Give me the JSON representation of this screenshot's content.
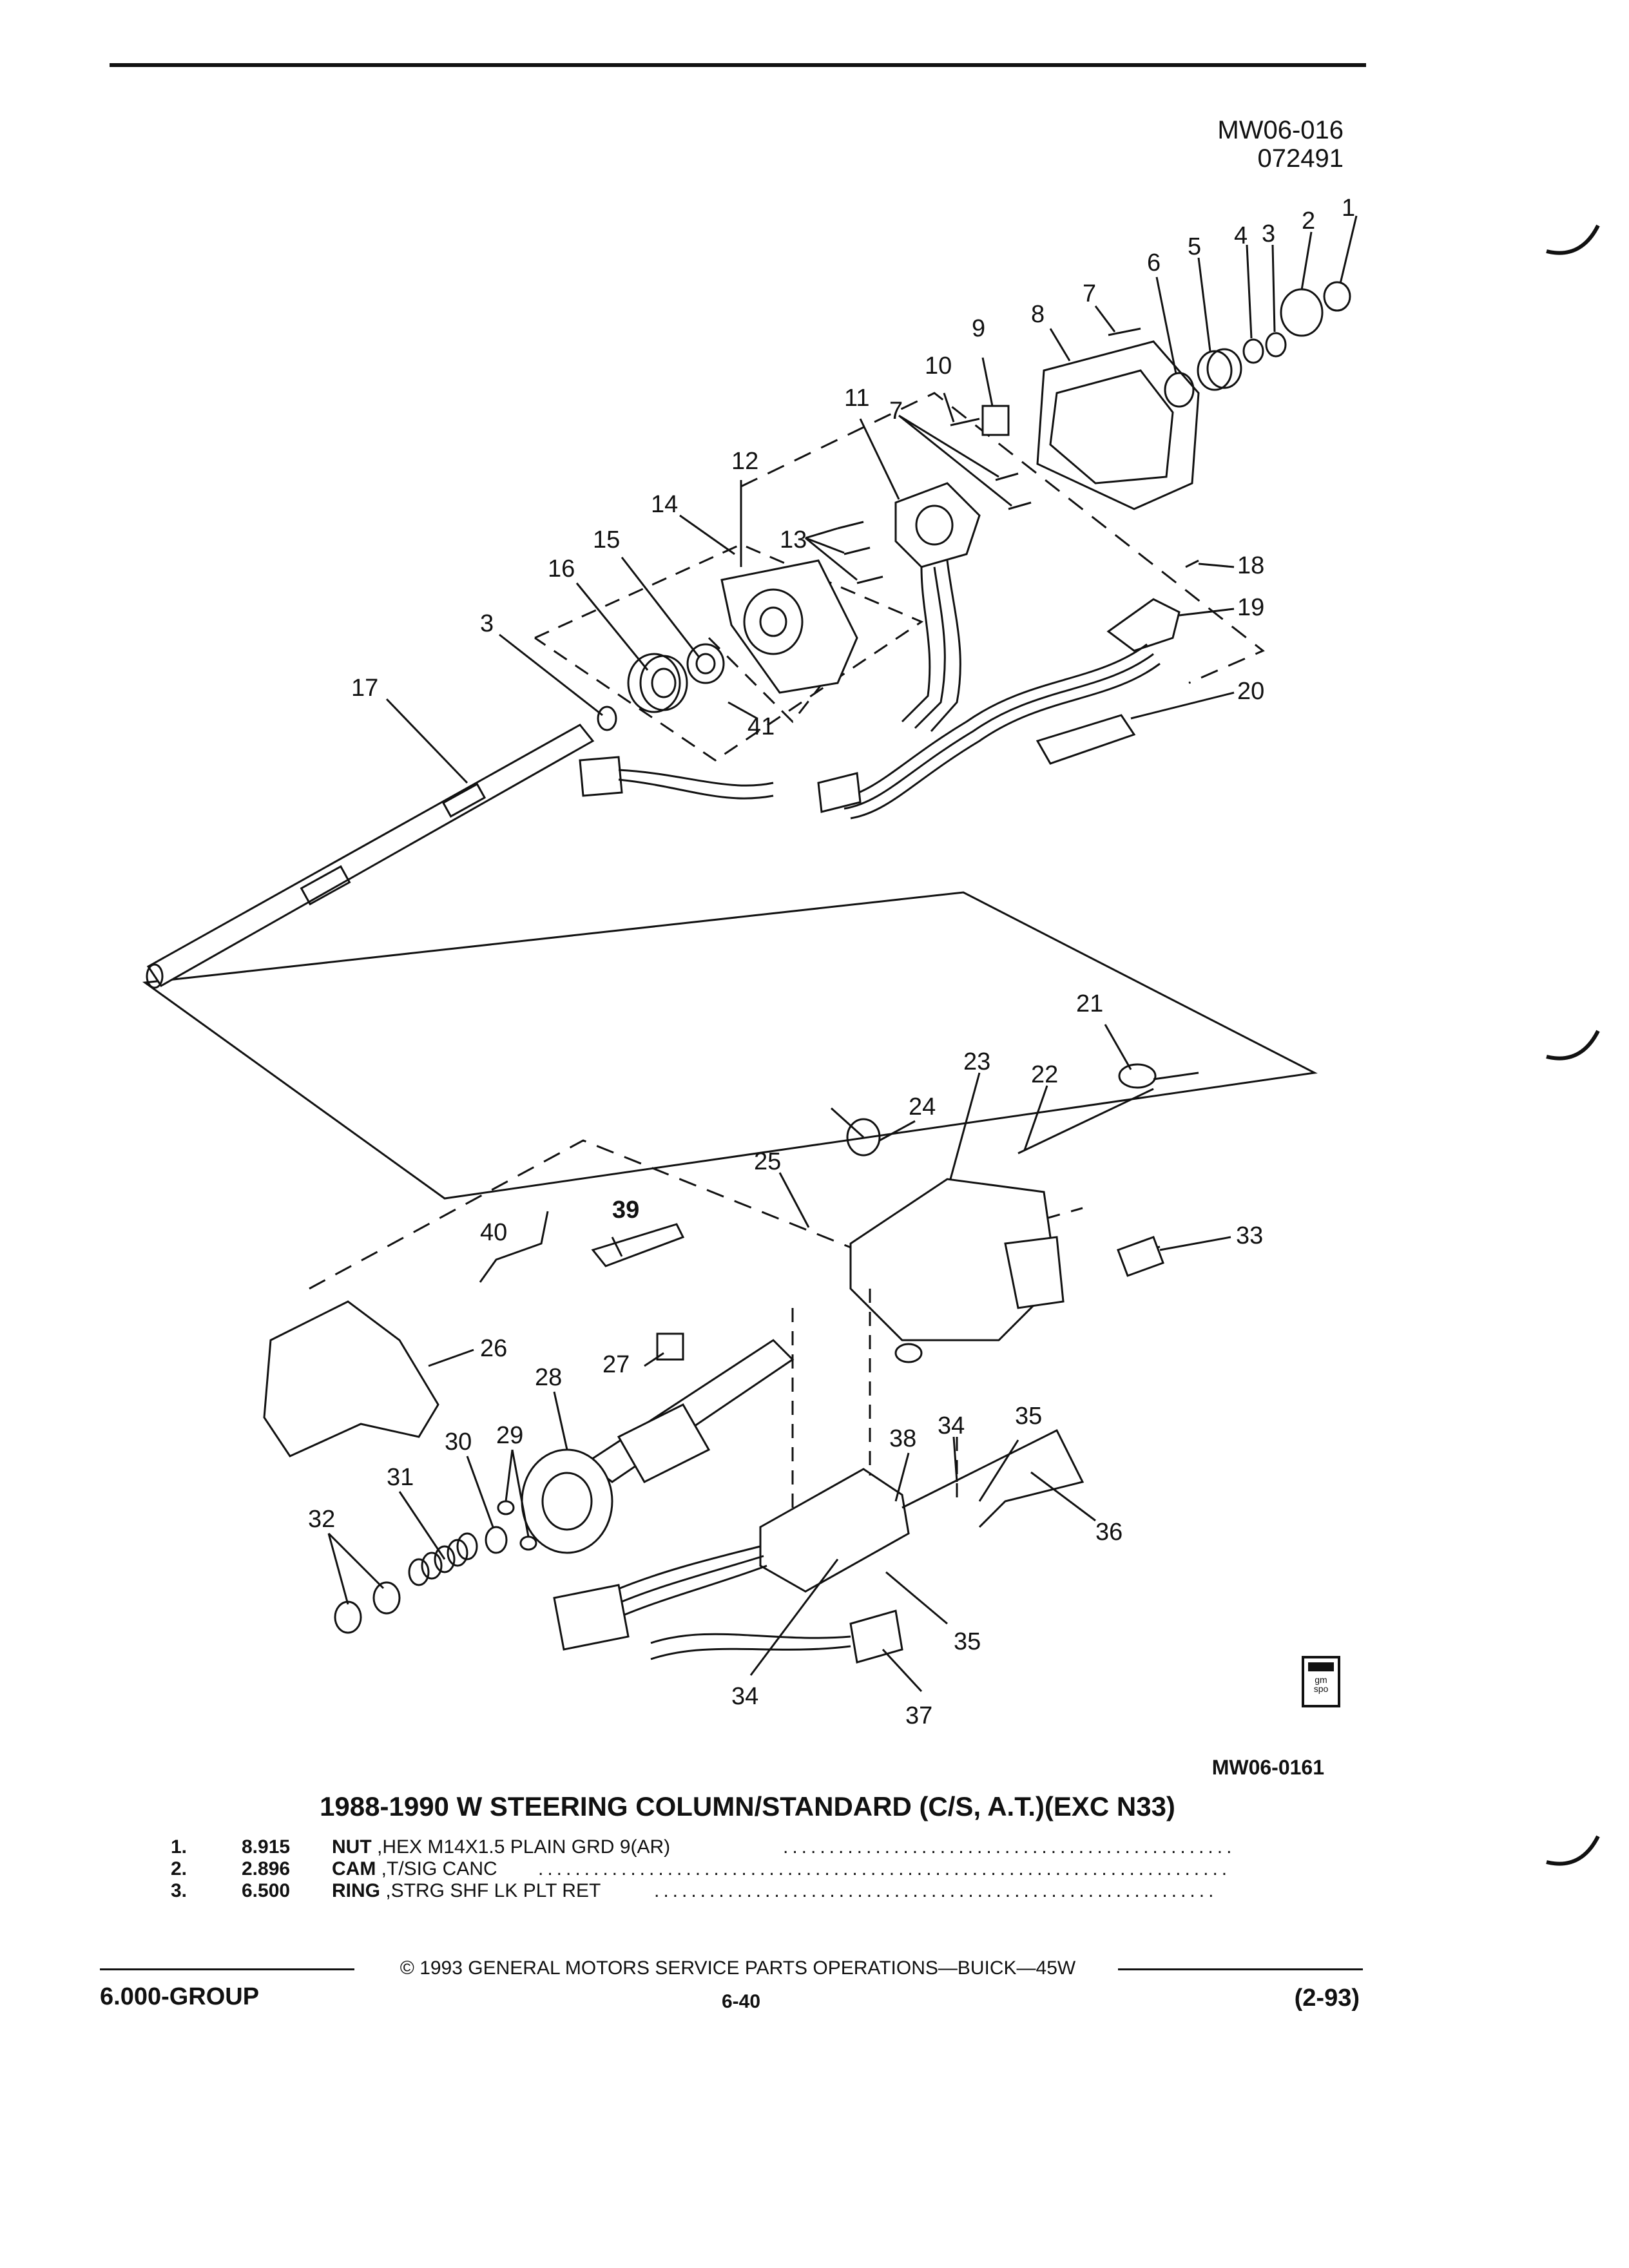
{
  "header": {
    "code": "MW06-016",
    "date": "072491"
  },
  "diagram": {
    "figure_id": "MW06-0161",
    "logo_text": "gm spo",
    "callouts": [
      "1",
      "2",
      "3",
      "4",
      "5",
      "6",
      "7",
      "8",
      "9",
      "10",
      "11",
      "12",
      "13",
      "14",
      "15",
      "16",
      "3",
      "17",
      "18",
      "19",
      "20",
      "41",
      "7",
      "21",
      "22",
      "23",
      "24",
      "25",
      "39",
      "40",
      "33",
      "26",
      "27",
      "28",
      "29",
      "30",
      "31",
      "32",
      "34",
      "35",
      "36",
      "38",
      "35",
      "34",
      "37"
    ]
  },
  "title": "1988-1990 W STEERING COLUMN/STANDARD (C/S, A.T.)(EXC N33)",
  "parts": [
    {
      "num": "1.",
      "code": "8.915",
      "name": "NUT",
      "desc": ",HEX M14X1.5 PLAIN GRD 9(AR)"
    },
    {
      "num": "2.",
      "code": "2.896",
      "name": "CAM",
      "desc": ",T/SIG CANC"
    },
    {
      "num": "3.",
      "code": "6.500",
      "name": "RING",
      "desc": ",STRG SHF LK PLT RET"
    }
  ],
  "footer": {
    "copyright": "© 1993 GENERAL MOTORS SERVICE PARTS OPERATIONS—BUICK—45W",
    "group": "6.000-GROUP",
    "page": "6-40",
    "revision": "(2-93)"
  }
}
